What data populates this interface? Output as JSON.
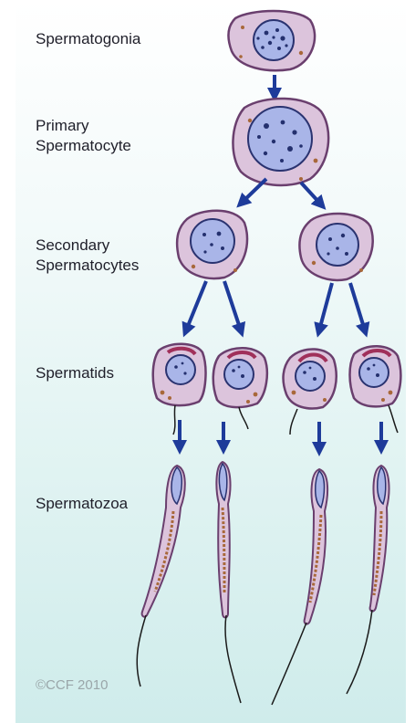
{
  "labels": {
    "spermatogonia": "Spermatogonia",
    "primary": "Primary\nSpermatocyte",
    "secondary": "Secondary\nSpermatocytes",
    "spermatids": "Spermatids",
    "spermatozoa": "Spermatozoa"
  },
  "copyright": "©CCF 2010",
  "colors": {
    "background_top": "#ffffff",
    "background_bottom": "#cfeceb",
    "cell_fill": "#dcc4dc",
    "cell_outline": "#6a3f6e",
    "nucleus_fill": "#a9b5e8",
    "chromatin": "#24306e",
    "arrow": "#1e3b9a",
    "granule": "#a8683a",
    "acrosome": "#a0305a"
  }
}
